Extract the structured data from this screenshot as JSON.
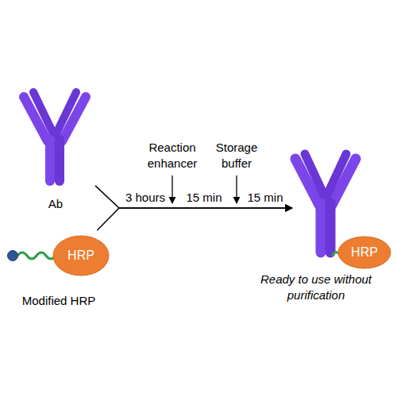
{
  "diagram": {
    "nodes": [
      {
        "text": [
          "Ab"
        ]
      },
      {
        "text": [
          "Modified HRP"
        ]
      },
      {
        "text": [
          "HRP"
        ],
        "in": 1
      },
      {
        "text": [
          "Ready to use without purification"
        ]
      },
      {
        "text": [
          "HRP"
        ],
        "in": 3
      }
    ],
    "edges": [
      {
        "from": 0,
        "to": 3,
        "arrow": "to"
      },
      {
        "from": 1,
        "to": 3,
        "arrow": "to"
      }
    ],
    "labels": [
      "3 hours",
      "Reaction enhancer",
      "15 min",
      "Storage buffer",
      "15 min"
    ]
  }
}
